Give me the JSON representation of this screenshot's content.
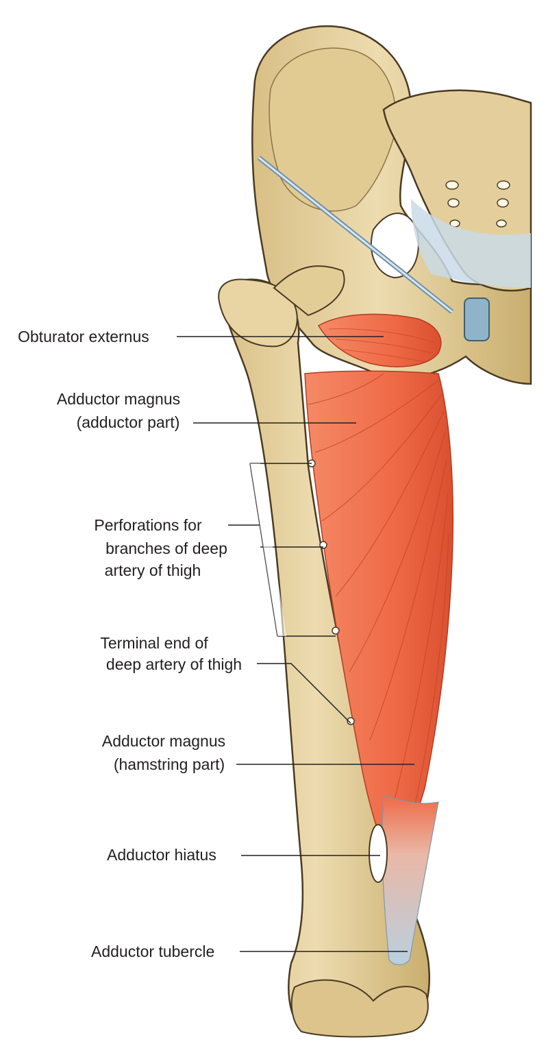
{
  "colors": {
    "bone": "#e8d5a3",
    "bone_shade": "#c9ae6e",
    "bone_outline": "#4a3a22",
    "muscle": "#ef6a47",
    "muscle_dark": "#c8432a",
    "ligament": "#a9c3d6",
    "leader_line": "#231f20"
  },
  "labels": {
    "obturator_externus": "Obturator externus",
    "adductor_magnus_adductor_1": "Adductor magnus",
    "adductor_magnus_adductor_2": "(adductor part)",
    "perforations_1": "Perforations for",
    "perforations_2": "branches of deep",
    "perforations_3": "artery of thigh",
    "terminal_end_1": "Terminal end of",
    "terminal_end_2": "deep artery of thigh",
    "adductor_magnus_hamstring_1": "Adductor magnus",
    "adductor_magnus_hamstring_2": "(hamstring part)",
    "adductor_hiatus": "Adductor hiatus",
    "adductor_tubercle": "Adductor tubercle"
  }
}
